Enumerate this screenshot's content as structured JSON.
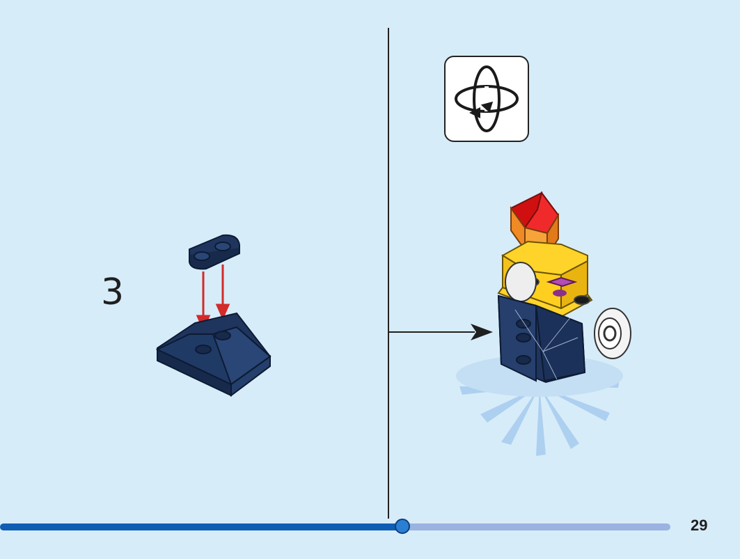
{
  "step": {
    "number": "3"
  },
  "page": {
    "number": "29"
  },
  "progress": {
    "fraction": 0.6
  },
  "icons": {
    "rotate": "rotate-model-icon",
    "callout_arrow": "arrow-right-icon"
  },
  "colors": {
    "background": "#d7ecf9",
    "dark_blue_part": "#1f355e",
    "arrow_red": "#d32a2a",
    "progress_fill": "#0f5eb4",
    "progress_track": "#9ab3e0"
  }
}
